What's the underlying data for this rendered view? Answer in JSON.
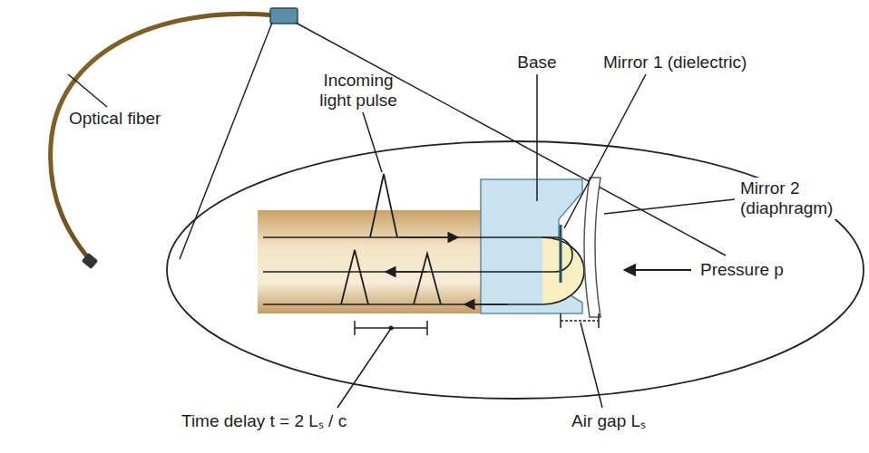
{
  "diagram": {
    "labels": [
      "Optical fiber",
      "Incoming light pulse",
      "Base",
      "Mirror 1 (dielectric)",
      "Mirror 2 (diaphragm)",
      "Pressure p",
      "Time delay t = 2 Lₛ / c",
      "Air gap Lₛ"
    ]
  }
}
